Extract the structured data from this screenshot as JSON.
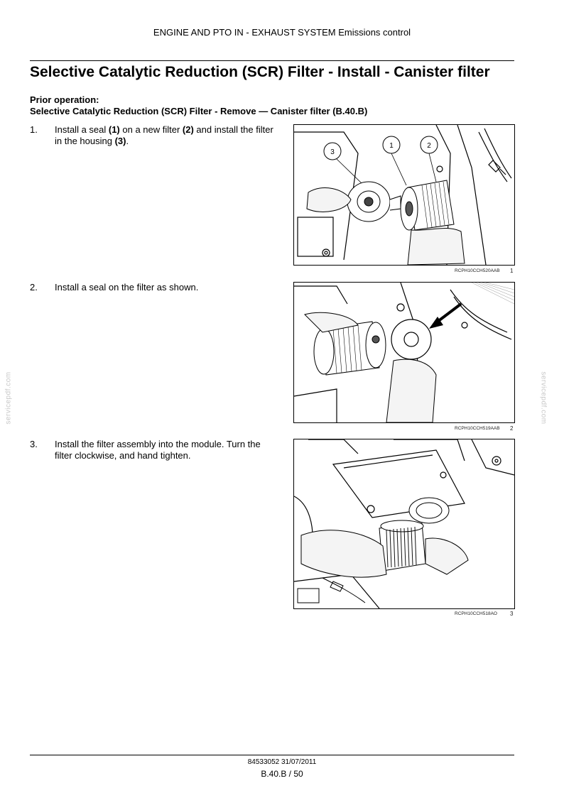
{
  "header": "ENGINE AND PTO IN - EXHAUST SYSTEM Emissions control",
  "title": "Selective Catalytic Reduction (SCR) Filter - Install - Canister filter",
  "prior": {
    "label": "Prior operation:",
    "operation": "Selective Catalytic Reduction (SCR) Filter - Remove — Canister filter (B.40.B)"
  },
  "steps": [
    {
      "number": "1.",
      "text_parts": [
        "Install a seal ",
        "(1)",
        " on a new filter ",
        "(2)",
        " and install the filter in the housing ",
        "(3)",
        "."
      ],
      "figure": {
        "code": "RCPH10CCH520AAB",
        "number": "1",
        "callouts": [
          "3",
          "1",
          "2"
        ]
      }
    },
    {
      "number": "2.",
      "text": "Install a seal on the filter as shown.",
      "figure": {
        "code": "RCPH10CCH519AAB",
        "number": "2"
      }
    },
    {
      "number": "3.",
      "text": "Install the filter assembly into the module.  Turn the filter clockwise, and hand tighten.",
      "figure": {
        "code": "RCPH10CCH518AO",
        "number": "3"
      }
    }
  ],
  "watermark": "servicepdf.com",
  "footer": {
    "doc": "84533052 31/07/2011",
    "page": "B.40.B / 50"
  }
}
